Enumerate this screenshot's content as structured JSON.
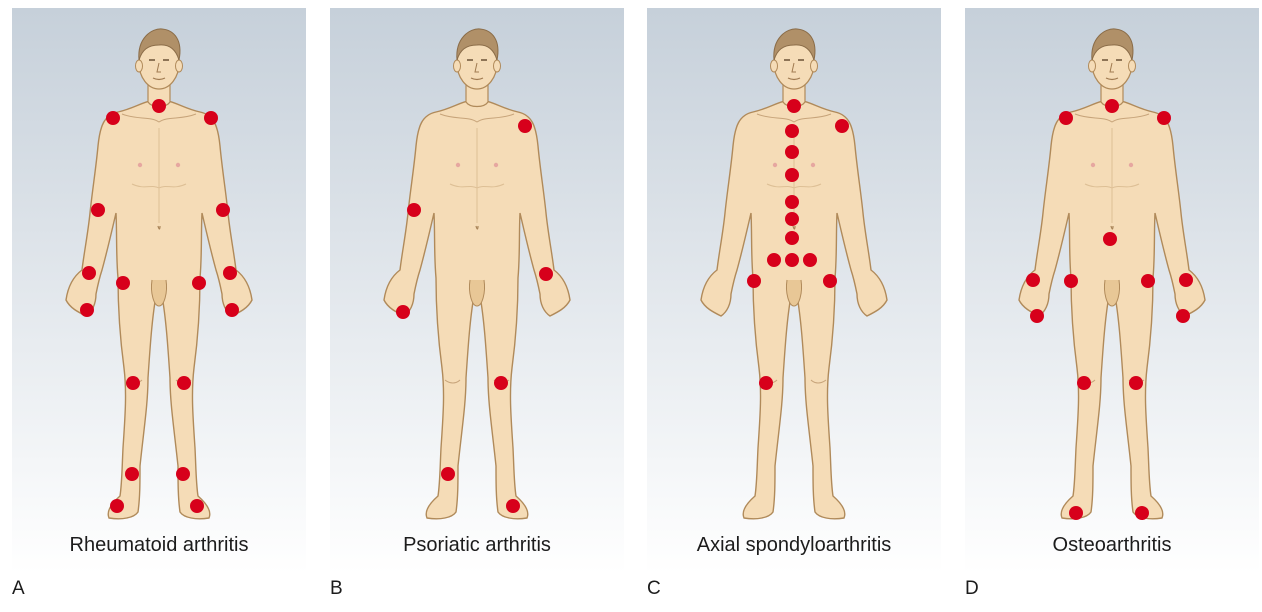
{
  "panels": [
    {
      "letter": "A",
      "caption": "Rheumatoid arthritis",
      "joints": [
        "neck",
        "left-shoulder",
        "right-shoulder",
        "left-elbow",
        "right-elbow",
        "left-wrist",
        "right-wrist",
        "left-hand",
        "right-hand",
        "left-hip",
        "right-hip",
        "left-knee",
        "right-knee",
        "left-ankle",
        "right-ankle",
        "left-toe",
        "right-toe"
      ]
    },
    {
      "letter": "B",
      "caption": "Psoriatic arthritis",
      "joints": [
        "right-shoulder",
        "left-elbow",
        "right-wrist",
        "left-hand",
        "right-knee",
        "left-ankle",
        "right-toe"
      ]
    },
    {
      "letter": "C",
      "caption": "Axial spondyloarthritis",
      "joints": [
        "neck",
        "spine-1",
        "spine-2",
        "spine-3",
        "spine-4",
        "spine-5",
        "spine-6",
        "right-shoulder",
        "sacroiliac-left",
        "sacroiliac-center",
        "sacroiliac-right",
        "left-hip",
        "right-hip",
        "left-knee"
      ]
    },
    {
      "letter": "D",
      "caption": "Osteoarthritis",
      "joints": [
        "neck",
        "left-shoulder",
        "right-shoulder",
        "lumbar-spine",
        "left-wrist",
        "right-wrist",
        "left-hand",
        "right-hand",
        "left-hip",
        "right-hip",
        "left-knee",
        "right-knee",
        "left-toe",
        "right-toe"
      ]
    }
  ],
  "colors": {
    "joint": "#d7001b",
    "skin": "#f5dcb7",
    "skin_shadow": "#e8c796",
    "outline": "#b08a5a",
    "hair": "#b09068",
    "background_top": "#c6d0da",
    "background_bottom": "#ffffff"
  }
}
